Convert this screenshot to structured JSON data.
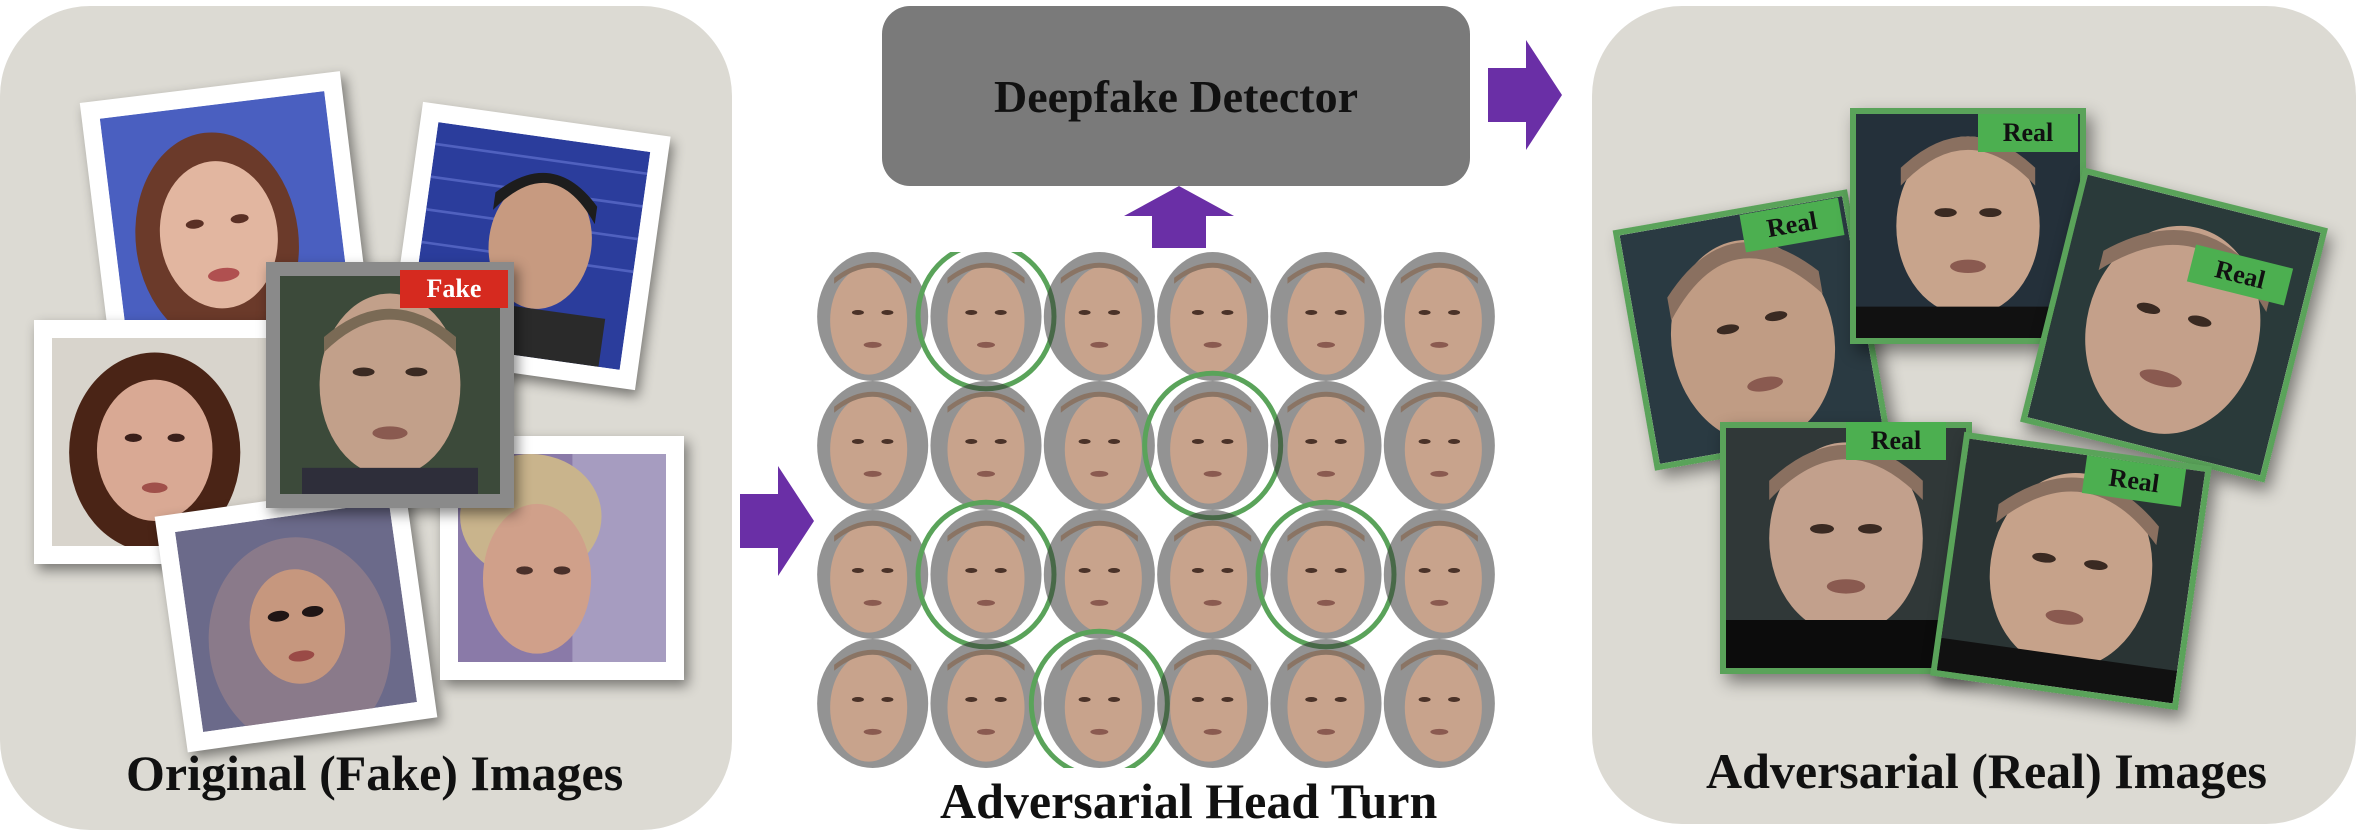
{
  "left_panel": {
    "caption": "Original (Fake) Images",
    "fake_tag": "Fake"
  },
  "middle": {
    "caption": "Adversarial Head Turn",
    "detector_label": "Deepfake Detector",
    "grid_rows": 4,
    "grid_cols": 6,
    "highlighted_cells": [
      [
        0,
        1
      ],
      [
        1,
        3
      ],
      [
        2,
        1
      ],
      [
        2,
        4
      ],
      [
        3,
        2
      ]
    ]
  },
  "right_panel": {
    "caption": "Adversarial (Real) Images",
    "real_tag": "Real"
  },
  "colors": {
    "panel": "#dcdad3",
    "arrow": "#6a2fa6",
    "highlight": "#5aa35a",
    "real_tag": "#4caf50",
    "fake_tag": "#d62a1f",
    "detector": "#7a7a7a"
  }
}
